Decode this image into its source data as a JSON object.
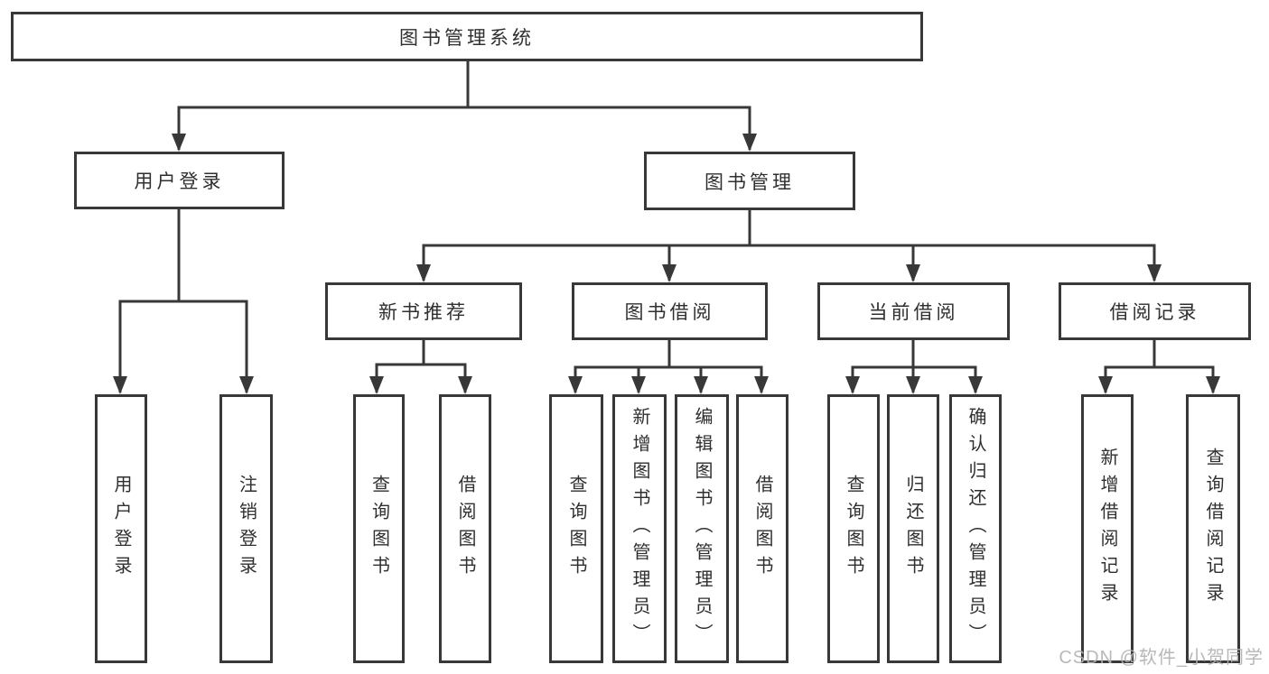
{
  "diagram": {
    "nodes": {
      "root": {
        "label": "图书管理系统"
      },
      "user_login": {
        "label": "用户登录"
      },
      "book_mgmt": {
        "label": "图书管理"
      },
      "new_book_rec": {
        "label": "新书推荐"
      },
      "book_borrow": {
        "label": "图书借阅"
      },
      "current_borrow": {
        "label": "当前借阅"
      },
      "borrow_record": {
        "label": "借阅记录"
      },
      "login_leaf": {
        "label": "用户登录"
      },
      "logout_leaf": {
        "label": "注销登录"
      },
      "rec_query": {
        "label": "查询图书"
      },
      "rec_borrow": {
        "label": "借阅图书"
      },
      "bb_query": {
        "label": "查询图书"
      },
      "bb_add": {
        "label": "新增图书（管理员）"
      },
      "bb_edit": {
        "label": "编辑图书（管理员）"
      },
      "bb_borrow": {
        "label": "借阅图书"
      },
      "cb_query": {
        "label": "查询图书"
      },
      "cb_return": {
        "label": "归还图书"
      },
      "cb_confirm": {
        "label": "确认归还（管理员）"
      },
      "br_add": {
        "label": "新增借阅记录"
      },
      "br_query": {
        "label": "查询借阅记录"
      }
    },
    "structure": {
      "图书管理系统": {
        "用户登录": [
          "用户登录",
          "注销登录"
        ],
        "图书管理": {
          "新书推荐": [
            "查询图书",
            "借阅图书"
          ],
          "图书借阅": [
            "查询图书",
            "新增图书（管理员）",
            "编辑图书（管理员）",
            "借阅图书"
          ],
          "当前借阅": [
            "查询图书",
            "归还图书",
            "确认归还（管理员）"
          ],
          "借阅记录": [
            "新增借阅记录",
            "查询借阅记录"
          ]
        }
      }
    },
    "colors": {
      "line": "#383838",
      "text": "#2f2f2f",
      "background": "#ffffff",
      "watermark": "#b2b2b2"
    }
  },
  "watermark": {
    "text": "CSDN @软件_小贺同学"
  }
}
